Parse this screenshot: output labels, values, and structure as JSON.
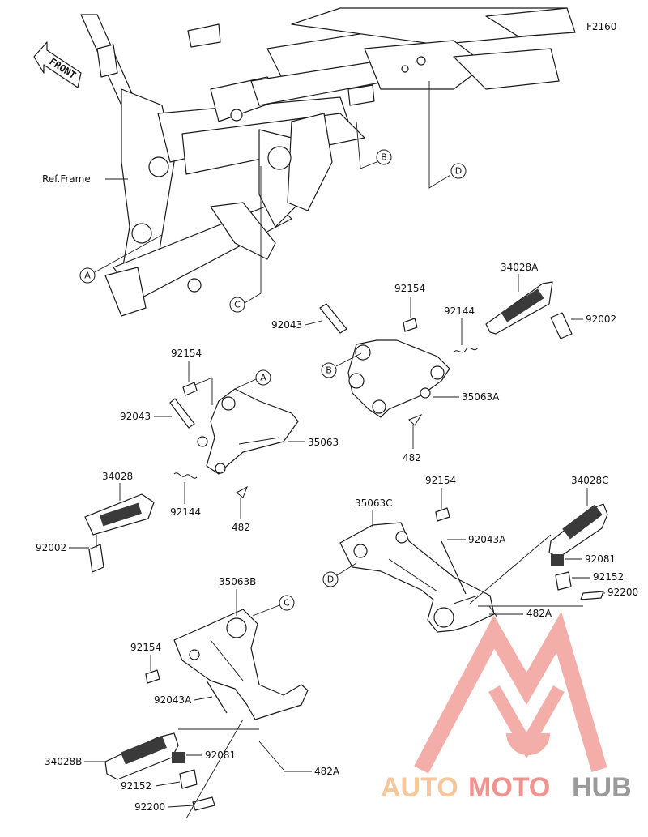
{
  "figure_code": "F2160",
  "front_label": "FRONT",
  "ref_frame_label": "Ref.Frame",
  "callouts": {
    "A": "A",
    "B": "B",
    "C": "C",
    "D": "D"
  },
  "parts": {
    "front_left": {
      "bolt": "92154",
      "pin": "92043",
      "bracket": "35063",
      "spring": "92144",
      "footpeg": "34028",
      "clip": "482",
      "bolt2": "92002"
    },
    "front_right": {
      "bolt": "92154",
      "pin": "92043",
      "footpeg": "34028A",
      "spring": "92144",
      "bolt2": "92002",
      "bracket": "35063A",
      "clip": "482"
    },
    "rear_right": {
      "bolt": "92154",
      "bracket": "35063C",
      "pin": "92043A",
      "footpeg": "34028C",
      "spring": "92081",
      "detent": "92152",
      "washer": "92200",
      "clip": "482A"
    },
    "rear_left": {
      "bracket": "35063B",
      "bolt": "92154",
      "pin": "92043A",
      "footpeg": "34028B",
      "spring": "92081",
      "detent": "92152",
      "washer": "92200",
      "clip": "482A"
    }
  },
  "watermark": {
    "auto": "AUTO",
    "moto": "MOTO",
    "hub": "HUB",
    "logo_color": "#f1938e"
  }
}
